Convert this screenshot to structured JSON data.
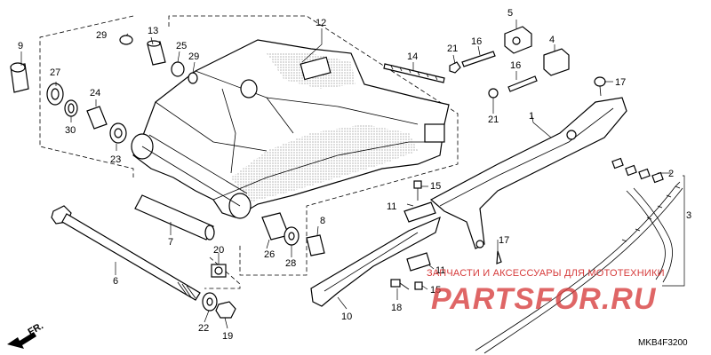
{
  "callouts": {
    "c1": "1",
    "c2": "2",
    "c3": "3",
    "c4": "4",
    "c5": "5",
    "c6": "6",
    "c7": "7",
    "c8": "8",
    "c9": "9",
    "c10": "10",
    "c11a": "11",
    "c11b": "11",
    "c12": "12",
    "c13": "13",
    "c14": "14",
    "c15a": "15",
    "c15b": "15",
    "c16a": "16",
    "c16b": "16",
    "c17a": "17",
    "c17b": "17",
    "c18": "18",
    "c19": "19",
    "c20": "20",
    "c21a": "21",
    "c21b": "21",
    "c22": "22",
    "c23": "23",
    "c24": "24",
    "c25": "25",
    "c26": "26",
    "c27": "27",
    "c28": "28",
    "c29a": "29",
    "c29b": "29",
    "c30": "30"
  },
  "front_indicator": "FR.",
  "watermark": {
    "tagline": "ЗАПЧАСТИ И АКСЕССУАРЫ ДЛЯ МОТОТЕХНИКИ",
    "brand": "PARTSFOR.RU"
  },
  "diagram_code": "MKB4F3200",
  "colors": {
    "watermark": "#d63b3b",
    "ink": "#000000"
  }
}
